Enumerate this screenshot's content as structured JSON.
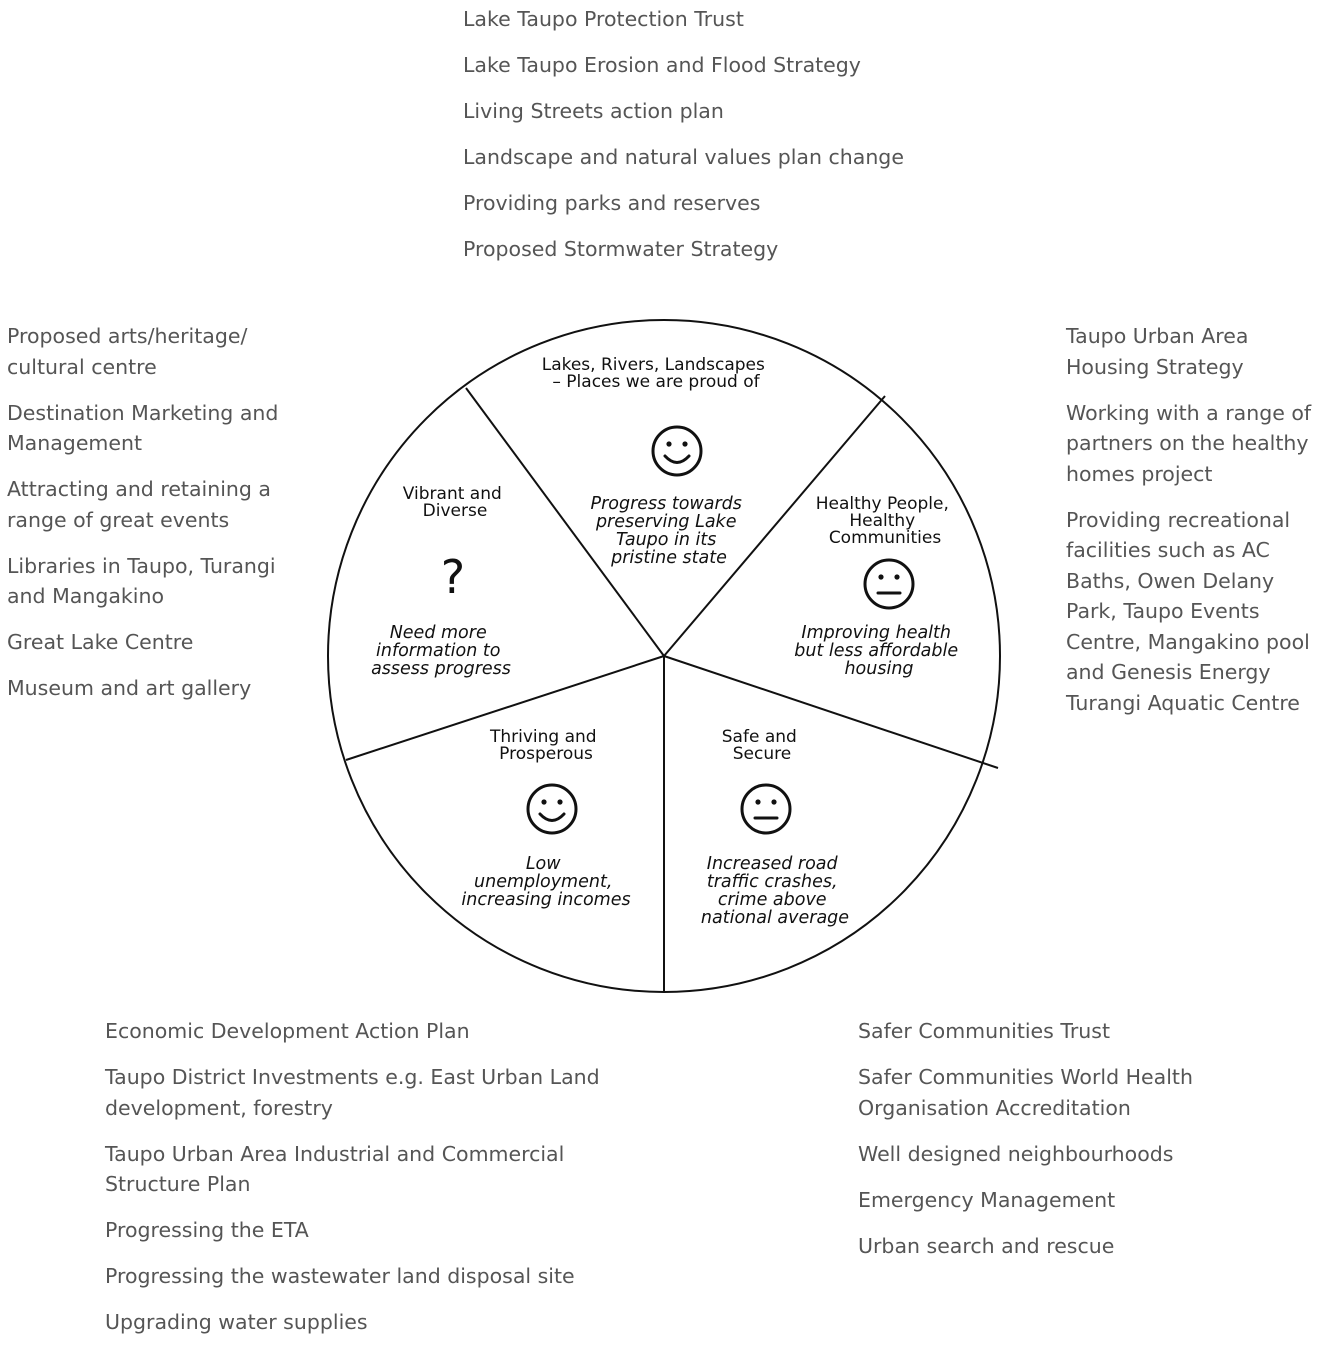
{
  "lists": {
    "top": [
      "Lake Taupo Protection Trust",
      "Lake Taupo Erosion and Flood Strategy",
      "Living Streets action plan",
      "Landscape and natural values plan change",
      "Providing parks and reserves",
      "Proposed Stormwater Strategy"
    ],
    "left": [
      "Proposed arts/heritage/ cultural centre",
      "Destination Marketing and Management",
      "Attracting and retaining a range of great events",
      "Libraries in Taupo, Turangi and Mangakino",
      "Great Lake Centre",
      "Museum and art gallery"
    ],
    "right": [
      "Taupo Urban Area Housing Strategy",
      "Working with a range of partners on the healthy homes project",
      "Providing recreational facilities such as AC Baths, Owen Delany Park, Taupo Events Centre, Mangakino pool and Genesis Energy Turangi Aquatic Centre"
    ],
    "bottom_left": [
      "Economic Development Action Plan",
      "Taupo District Investments e.g. East Urban Land development, forestry",
      "Taupo Urban Area Industrial and Commercial Structure Plan",
      "Progressing the ETA",
      "Progressing the wastewater land disposal site",
      "Upgrading water supplies"
    ],
    "bottom_right": [
      "Safer Communities Trust",
      "Safer Communities World Health Organisation Accreditation",
      "Well designed neighbourhoods",
      "Emergency Management",
      "Urban search and rescue"
    ]
  },
  "wheel": {
    "lakes": {
      "title": [
        "Lakes, Rivers, Landscapes",
        "– Places we are proud of"
      ],
      "status": "happy",
      "note": [
        "Progress towards",
        "preserving Lake",
        "Taupo in its",
        "pristine state"
      ]
    },
    "healthy": {
      "title": [
        "Healthy People,",
        "Healthy",
        "Communities"
      ],
      "status": "neutral",
      "note": [
        "Improving health",
        "but less affordable",
        "housing"
      ]
    },
    "safe": {
      "title": [
        "Safe and",
        "Secure"
      ],
      "status": "neutral",
      "note": [
        "Increased road",
        "traffic crashes,",
        "crime above",
        "national average"
      ]
    },
    "thriving": {
      "title": [
        "Thriving and",
        "Prosperous"
      ],
      "status": "happy",
      "note": [
        "Low",
        "unemployment,",
        "increasing incomes"
      ]
    },
    "vibrant": {
      "title": [
        "Vibrant and",
        "Diverse"
      ],
      "status": "?",
      "note": [
        "Need more",
        "information to",
        "assess progress"
      ]
    }
  }
}
